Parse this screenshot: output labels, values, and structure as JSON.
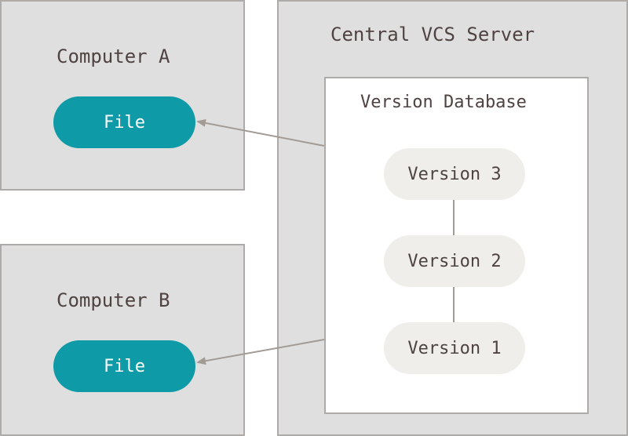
{
  "computer_a": {
    "title": "Computer A",
    "file_label": "File"
  },
  "computer_b": {
    "title": "Computer B",
    "file_label": "File"
  },
  "server": {
    "title": "Central VCS Server",
    "database": {
      "title": "Version Database",
      "versions": [
        "Version 3",
        "Version 2",
        "Version 1"
      ]
    }
  },
  "colors": {
    "box_fill": "#e0dfdf",
    "box_border": "#aeaaa7",
    "file_pill": "#0e9aa6",
    "version_pill": "#efeeea",
    "text": "#4e4341",
    "arrow": "#a29b95"
  }
}
